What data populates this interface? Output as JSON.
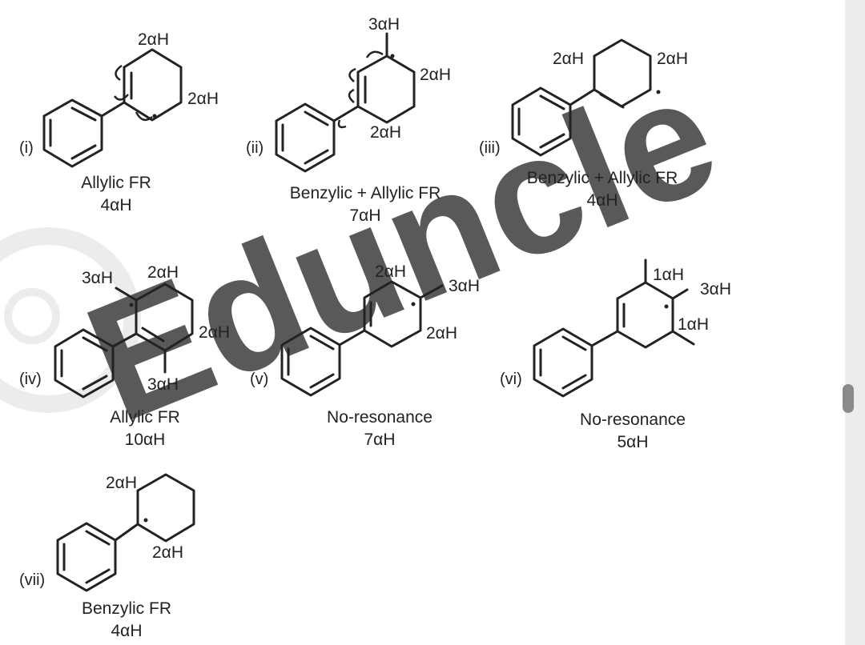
{
  "watermark": "Eduncle",
  "structures": [
    {
      "id": "i",
      "label": "(i)",
      "captions": [
        "Allylic FR",
        "4αH"
      ],
      "alpha_labels": [
        "2αH",
        "2αH"
      ]
    },
    {
      "id": "ii",
      "label": "(ii)",
      "captions": [
        "Benzylic + Allylic FR",
        "7αH"
      ],
      "alpha_labels": [
        "3αH",
        "2αH",
        "2αH"
      ]
    },
    {
      "id": "iii",
      "label": "(iii)",
      "captions": [
        "Benzylic + Allylic FR",
        "4αH"
      ],
      "alpha_labels": [
        "2αH",
        "2αH"
      ]
    },
    {
      "id": "iv",
      "label": "(iv)",
      "captions": [
        "Allylic FR",
        "10αH"
      ],
      "alpha_labels": [
        "3αH",
        "2αH",
        "2αH",
        "3αH"
      ]
    },
    {
      "id": "v",
      "label": "(v)",
      "captions": [
        "No-resonance",
        "7αH"
      ],
      "alpha_labels": [
        "2αH",
        "3αH",
        "2αH"
      ]
    },
    {
      "id": "vi",
      "label": "(vi)",
      "captions": [
        "No-resonance",
        "5αH"
      ],
      "alpha_labels": [
        "1αH",
        "3αH",
        "1αH"
      ]
    },
    {
      "id": "vii",
      "label": "(vii)",
      "captions": [
        "Benzylic FR",
        "4αH"
      ],
      "alpha_labels": [
        "2αH",
        "2αH"
      ]
    }
  ]
}
